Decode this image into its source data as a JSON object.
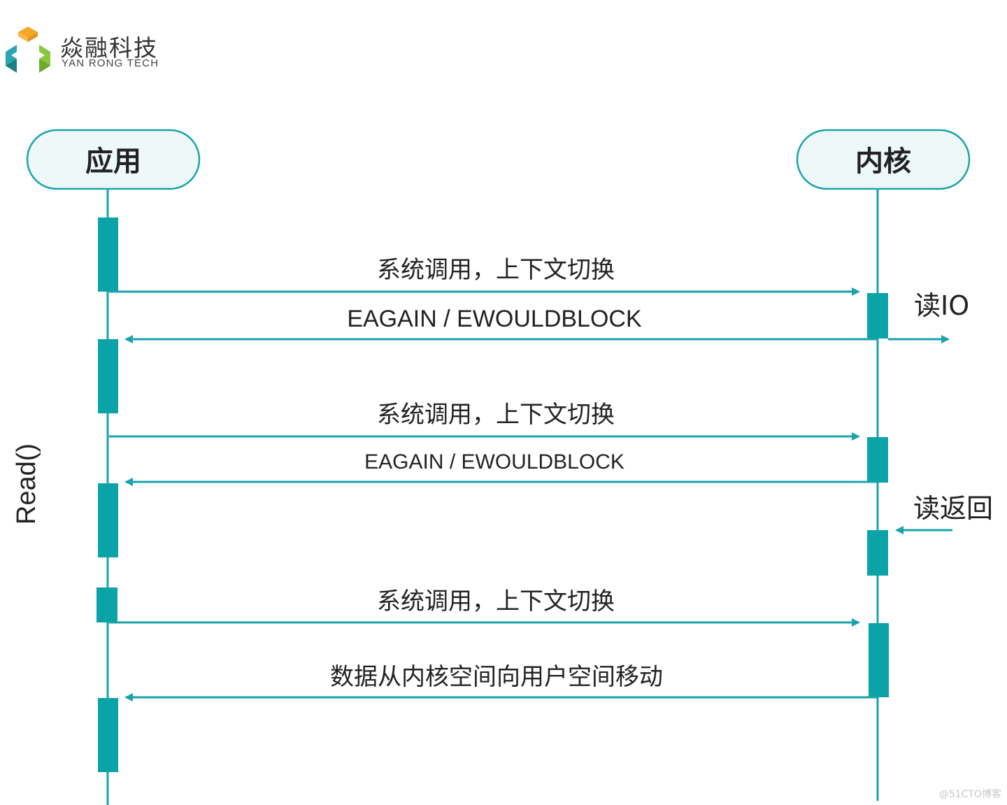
{
  "logo": {
    "name_cn": "焱融科技",
    "name_en": "YAN RONG TECH",
    "colors": [
      "#f5a623",
      "#8cc63f",
      "#2aa6b0",
      "#1c7f86"
    ]
  },
  "colors": {
    "line": "#1aa3ab",
    "bar": "#0aa3a8",
    "actor_fill": "#eef8f8",
    "actor_stroke": "#1aa3ab"
  },
  "actors": {
    "app": "应用",
    "kernel": "内核"
  },
  "side_label": "Read()",
  "messages": [
    {
      "text": "系统调用，上下文切换",
      "direction": "to-kernel"
    },
    {
      "text": "EAGAIN / EWOULDBLOCK",
      "direction": "to-app"
    },
    {
      "text": "系统调用，上下文切换",
      "direction": "to-kernel"
    },
    {
      "text": "EAGAIN / EWOULDBLOCK",
      "direction": "to-app"
    },
    {
      "text": "系统调用，上下文切换",
      "direction": "to-kernel"
    },
    {
      "text": "数据从内核空间向用户空间移动",
      "direction": "to-app"
    }
  ],
  "kernel_notes": {
    "read_io": "读IO",
    "read_return": "读返回"
  },
  "watermark": "@51CTO博客"
}
